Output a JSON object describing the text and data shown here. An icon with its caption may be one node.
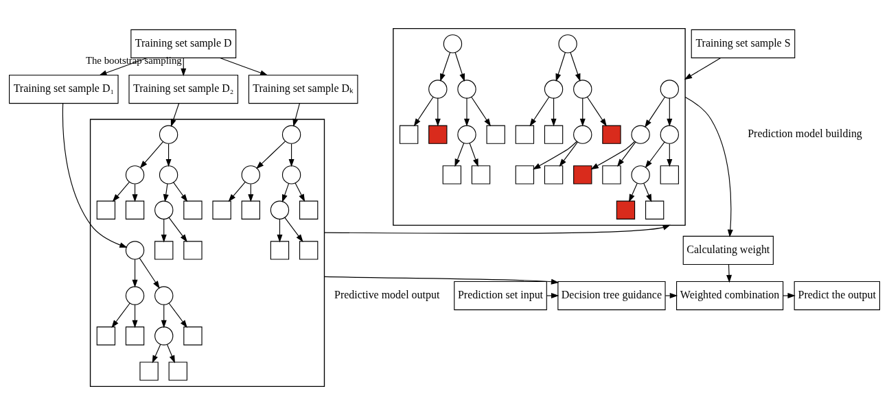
{
  "diagram": {
    "nodes": [
      {
        "text": [
          "Training set sample D"
        ]
      },
      {
        "text": [
          "Training set sample S"
        ]
      },
      {
        "text": [
          "Training set sample D₁"
        ]
      },
      {
        "text": [
          "Training set sample D₂"
        ]
      },
      {
        "text": [
          "Training set sample Dₖ"
        ]
      },
      {
        "text": [],
        "shape": "box"
      },
      {
        "text": [],
        "shape": "circle",
        "in": 5
      },
      {
        "text": [],
        "shape": "circle",
        "in": 5
      },
      {
        "text": [],
        "shape": "circle",
        "in": 5
      },
      {
        "text": [],
        "shape": "box",
        "in": 5
      },
      {
        "text": [],
        "shape": "box",
        "in": 5
      },
      {
        "text": [],
        "shape": "circle",
        "in": 5
      },
      {
        "text": [],
        "shape": "box",
        "in": 5
      },
      {
        "text": [],
        "shape": "box",
        "in": 5
      },
      {
        "text": [],
        "shape": "box",
        "in": 5
      },
      {
        "text": [],
        "shape": "circle",
        "in": 5
      },
      {
        "text": [],
        "shape": "circle",
        "in": 5
      },
      {
        "text": [],
        "shape": "circle",
        "in": 5
      },
      {
        "text": [],
        "shape": "box",
        "in": 5
      },
      {
        "text": [],
        "shape": "box",
        "in": 5
      },
      {
        "text": [],
        "shape": "circle",
        "in": 5
      },
      {
        "text": [],
        "shape": "box",
        "in": 5
      },
      {
        "text": [],
        "shape": "box",
        "in": 5
      },
      {
        "text": [],
        "shape": "box",
        "in": 5
      },
      {
        "text": [],
        "shape": "circle",
        "in": 5
      },
      {
        "text": [],
        "shape": "circle",
        "in": 5
      },
      {
        "text": [],
        "shape": "circle",
        "in": 5
      },
      {
        "text": [],
        "shape": "box",
        "in": 5
      },
      {
        "text": [],
        "shape": "box",
        "in": 5
      },
      {
        "text": [],
        "shape": "circle",
        "in": 5
      },
      {
        "text": [],
        "shape": "box",
        "in": 5
      },
      {
        "text": [],
        "shape": "box",
        "in": 5
      },
      {
        "text": [],
        "shape": "box",
        "in": 5
      },
      {
        "text": [],
        "shape": "box"
      },
      {
        "text": [],
        "shape": "circle",
        "in": 33
      },
      {
        "text": [],
        "shape": "circle",
        "in": 33
      },
      {
        "text": [],
        "shape": "circle",
        "in": 33
      },
      {
        "text": [],
        "shape": "box",
        "in": 33
      },
      {
        "text": [],
        "shape": "box",
        "in": 33
      },
      {
        "text": [],
        "shape": "circle",
        "in": 33
      },
      {
        "text": [],
        "shape": "box",
        "in": 33
      },
      {
        "text": [],
        "shape": "box",
        "in": 33
      },
      {
        "text": [],
        "shape": "box",
        "in": 33
      },
      {
        "text": [],
        "shape": "circle",
        "in": 33
      },
      {
        "text": [],
        "shape": "circle",
        "in": 33
      },
      {
        "text": [],
        "shape": "circle",
        "in": 33
      },
      {
        "text": [],
        "shape": "box",
        "in": 33
      },
      {
        "text": [],
        "shape": "box",
        "in": 33
      },
      {
        "text": [],
        "shape": "circle",
        "in": 33
      },
      {
        "text": [],
        "shape": "box",
        "in": 33
      },
      {
        "text": [],
        "shape": "box",
        "in": 33
      },
      {
        "text": [],
        "shape": "box",
        "in": 33
      },
      {
        "text": [],
        "shape": "circle",
        "in": 33
      },
      {
        "text": [],
        "shape": "circle",
        "in": 33
      },
      {
        "text": [],
        "shape": "circle",
        "in": 33
      },
      {
        "text": [],
        "shape": "box",
        "in": 33
      },
      {
        "text": [],
        "shape": "box",
        "in": 33
      },
      {
        "text": [],
        "shape": "circle",
        "in": 33
      },
      {
        "text": [],
        "shape": "box",
        "in": 33
      },
      {
        "text": [],
        "shape": "box",
        "in": 33
      },
      {
        "text": [],
        "shape": "box",
        "in": 33
      },
      {
        "text": [
          "Calculating weight"
        ]
      },
      {
        "text": [
          "Prediction set input"
        ]
      },
      {
        "text": [
          "Decision tree guidance"
        ]
      },
      {
        "text": [
          "Weighted combination"
        ]
      },
      {
        "text": [
          "Predict the output"
        ]
      }
    ],
    "edges": [
      {
        "from": 0,
        "to": 2,
        "arrow": "to"
      },
      {
        "from": 0,
        "to": 3,
        "arrow": "to",
        "label": "The bootstrap sampling"
      },
      {
        "from": 0,
        "to": 4,
        "arrow": "to"
      },
      {
        "from": 2,
        "to": 6,
        "arrow": "to"
      },
      {
        "from": 3,
        "to": 15,
        "arrow": "to"
      },
      {
        "from": 4,
        "to": 24,
        "arrow": "to"
      },
      {
        "from": 6,
        "to": 7,
        "arrow": "to"
      },
      {
        "from": 6,
        "to": 8,
        "arrow": "to"
      },
      {
        "from": 7,
        "to": 9,
        "arrow": "to"
      },
      {
        "from": 7,
        "to": 10,
        "arrow": "to"
      },
      {
        "from": 8,
        "to": 11,
        "arrow": "to"
      },
      {
        "from": 8,
        "to": 12,
        "arrow": "to"
      },
      {
        "from": 11,
        "to": 13,
        "arrow": "to"
      },
      {
        "from": 11,
        "to": 14,
        "arrow": "to"
      },
      {
        "from": 15,
        "to": 16,
        "arrow": "to"
      },
      {
        "from": 15,
        "to": 17,
        "arrow": "to"
      },
      {
        "from": 16,
        "to": 18,
        "arrow": "to"
      },
      {
        "from": 16,
        "to": 19,
        "arrow": "to"
      },
      {
        "from": 17,
        "to": 20,
        "arrow": "to"
      },
      {
        "from": 17,
        "to": 21,
        "arrow": "to"
      },
      {
        "from": 20,
        "to": 22,
        "arrow": "to"
      },
      {
        "from": 20,
        "to": 23,
        "arrow": "to"
      },
      {
        "from": 24,
        "to": 25,
        "arrow": "to"
      },
      {
        "from": 24,
        "to": 26,
        "arrow": "to"
      },
      {
        "from": 25,
        "to": 27,
        "arrow": "to"
      },
      {
        "from": 25,
        "to": 28,
        "arrow": "to"
      },
      {
        "from": 26,
        "to": 29,
        "arrow": "to"
      },
      {
        "from": 26,
        "to": 30,
        "arrow": "to"
      },
      {
        "from": 29,
        "to": 31,
        "arrow": "to"
      },
      {
        "from": 29,
        "to": 32,
        "arrow": "to"
      },
      {
        "from": 5,
        "to": 33,
        "arrow": "to"
      },
      {
        "from": 1,
        "to": 33,
        "arrow": "to"
      },
      {
        "from": 34,
        "to": 35,
        "arrow": "to"
      },
      {
        "from": 34,
        "to": 36,
        "arrow": "to"
      },
      {
        "from": 35,
        "to": 37,
        "arrow": "to"
      },
      {
        "from": 35,
        "to": 38,
        "arrow": "to"
      },
      {
        "from": 36,
        "to": 39,
        "arrow": "to"
      },
      {
        "from": 36,
        "to": 40,
        "arrow": "to"
      },
      {
        "from": 39,
        "to": 41,
        "arrow": "to"
      },
      {
        "from": 39,
        "to": 42,
        "arrow": "to"
      },
      {
        "from": 43,
        "to": 44,
        "arrow": "to"
      },
      {
        "from": 43,
        "to": 45,
        "arrow": "to"
      },
      {
        "from": 44,
        "to": 46,
        "arrow": "to"
      },
      {
        "from": 44,
        "to": 47,
        "arrow": "to"
      },
      {
        "from": 45,
        "to": 48,
        "arrow": "to"
      },
      {
        "from": 45,
        "to": 49,
        "arrow": "to"
      },
      {
        "from": 48,
        "to": 50,
        "arrow": "to"
      },
      {
        "from": 48,
        "to": 51,
        "arrow": "to"
      },
      {
        "from": 52,
        "to": 53,
        "arrow": "to"
      },
      {
        "from": 52,
        "to": 54,
        "arrow": "to"
      },
      {
        "from": 53,
        "to": 55,
        "arrow": "to"
      },
      {
        "from": 53,
        "to": 56,
        "arrow": "to"
      },
      {
        "from": 54,
        "to": 57,
        "arrow": "to"
      },
      {
        "from": 54,
        "to": 58,
        "arrow": "to"
      },
      {
        "from": 57,
        "to": 59,
        "arrow": "to"
      },
      {
        "from": 57,
        "to": 60,
        "arrow": "to"
      },
      {
        "from": 33,
        "to": 61,
        "arrow": "to"
      },
      {
        "from": 5,
        "to": 63,
        "arrow": "to"
      },
      {
        "from": 61,
        "to": 64,
        "arrow": "to"
      },
      {
        "from": 62,
        "to": 63,
        "arrow": "to"
      },
      {
        "from": 63,
        "to": 64,
        "arrow": "to"
      },
      {
        "from": 64,
        "to": 65,
        "arrow": "to"
      }
    ],
    "labels": [
      "Prediction model building",
      "Predictive model output"
    ]
  }
}
